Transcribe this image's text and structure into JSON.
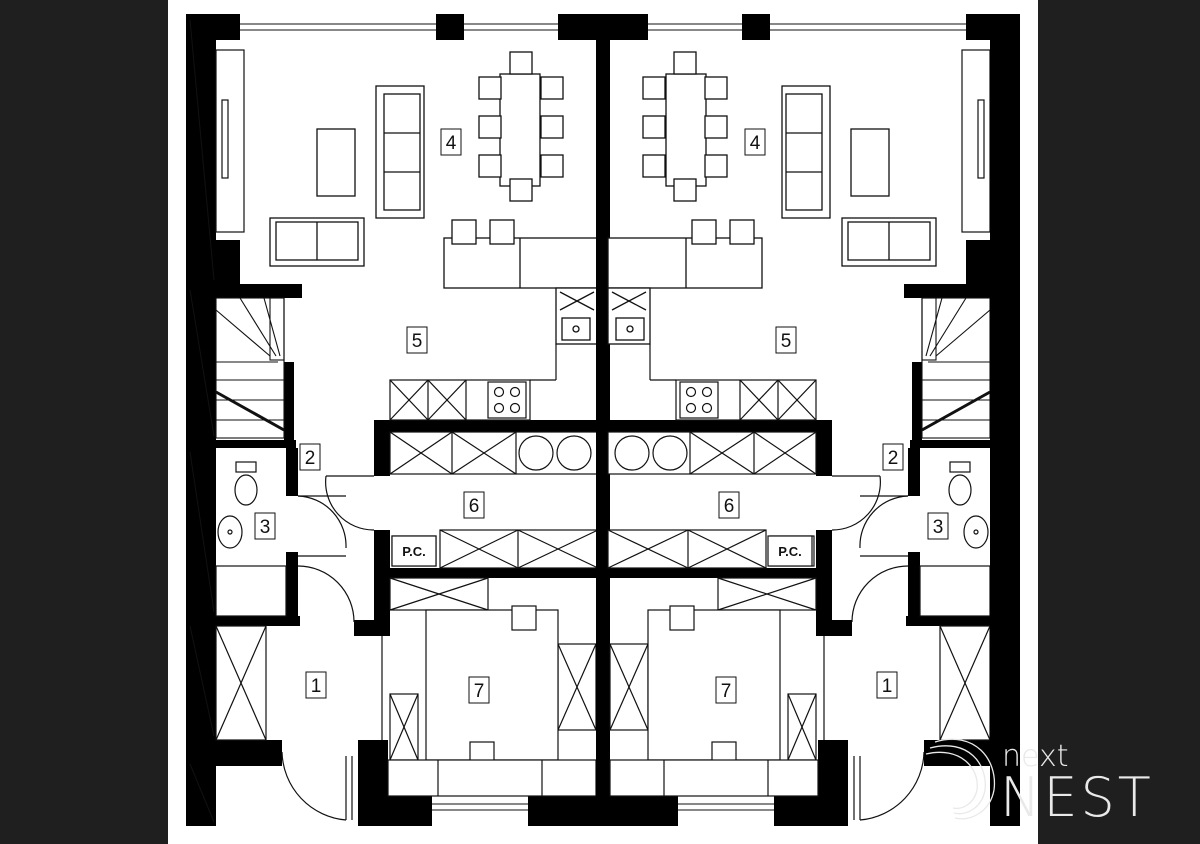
{
  "plan": {
    "room_numbers": {
      "living_left": "4",
      "living_right": "4",
      "kitchen_left": "5",
      "kitchen_right": "5",
      "hall_left": "2",
      "hall_right": "2",
      "wc_left": "3",
      "wc_right": "3",
      "storage_left": "6",
      "storage_right": "6",
      "entry_left": "1",
      "entry_right": "1",
      "room_left": "7",
      "room_right": "7"
    },
    "labels": {
      "boiler_left": "P.C.",
      "boiler_right": "P.C."
    }
  },
  "brand": {
    "logo_top": "next",
    "logo_bottom": "NEST",
    "color": "#e9e9e9"
  }
}
